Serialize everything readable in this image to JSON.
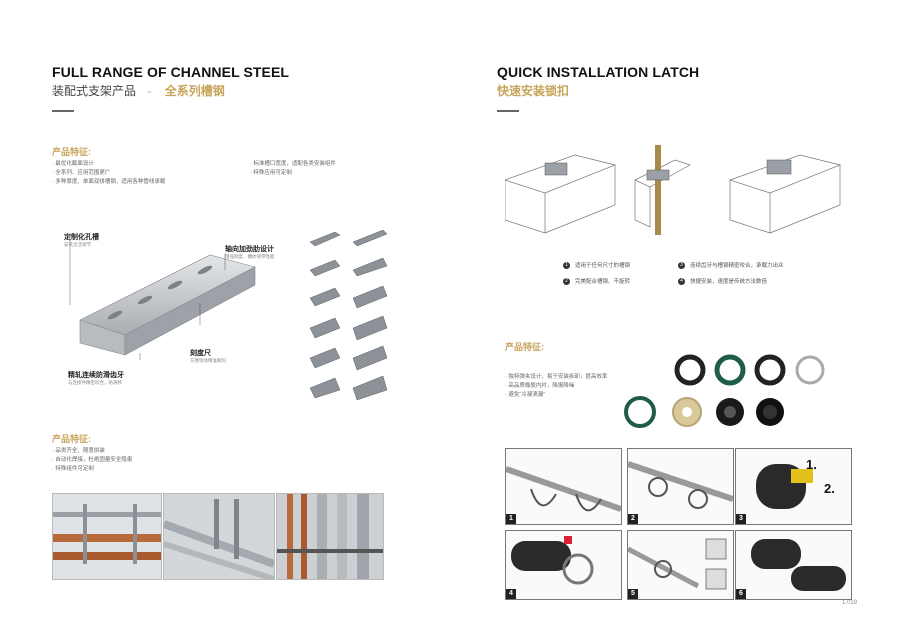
{
  "left": {
    "title_en": "FULL RANGE OF CHANNEL STEEL",
    "title_cn": "装配式支架产品",
    "title_dash": "-",
    "title_accent": "全系列槽钢",
    "features_title": "产品特征:",
    "features_col1": [
      "最优化截面设计",
      "全系列、应用范围更广",
      "多种厚度、单面双拼槽钢，适用各种管线承载"
    ],
    "features_col2": [
      "标准槽口宽度，适配各类安装组件",
      "特殊应用可定制"
    ],
    "callouts": {
      "hole_title": "定制化孔槽",
      "hole_sub": "安装灵活调节",
      "rib_title": "轴向加劲肋设计",
      "rib_sub": "增强刚度、槽体韧带性能",
      "teeth_title": "精轧连续防滑齿牙",
      "teeth_sub": "与连接件精密咬合，防滑移",
      "size_title": "刻度尺",
      "size_sub": "方便现场精准断料"
    },
    "features2_title": "产品特征:",
    "features2": [
      "品类齐全、随意拼装",
      "自动化焊接，杜绝固量安全隐患",
      "特殊组件可定制"
    ]
  },
  "right": {
    "title_en": "QUICK INSTALLATION LATCH",
    "title_cn": "快速安装锁扣",
    "latch_items": [
      {
        "num": "1",
        "text": "适用于任何尺寸的槽钢"
      },
      {
        "num": "2",
        "text": "完美配合槽钢、不旋转"
      },
      {
        "num": "3",
        "text": "连续齿牙与槽钢精密咬合，承载力出众"
      },
      {
        "num": "4",
        "text": "快捷安装，速度是传统方法数倍"
      }
    ],
    "features_title": "产品特征:",
    "features": [
      "独特弹夹设计，易于安装拆卸，提高效率",
      "高品质橡胶内衬，降振降噪",
      "避免“冷凝滴漏”"
    ],
    "steps": [
      "1",
      "2",
      "3",
      "4",
      "5",
      "6"
    ],
    "step3_labels": {
      "a": "1.",
      "b": "2."
    }
  },
  "page_number": "17/19",
  "colors": {
    "accent": "#c9a45c",
    "steel": "#c8ccd0",
    "copper": "#b86a3a",
    "dark": "#222222"
  }
}
